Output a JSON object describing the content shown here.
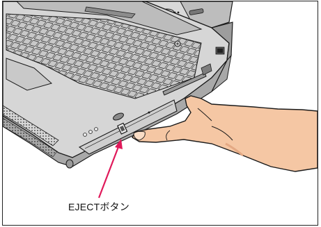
{
  "figure": {
    "callout_label": "EJECTボタン",
    "colors": {
      "outline": "#1a1a1a",
      "laptop_body": "#d6d6d6",
      "laptop_shade": "#a9a9a9",
      "laptop_dark": "#6e6e6e",
      "skin": "#f5c7a4",
      "skin_shadow": "#e4a984",
      "arrow": "#e0195a"
    },
    "icons": [
      "laptop-illustration",
      "hand-illustration",
      "callout-arrow"
    ]
  }
}
